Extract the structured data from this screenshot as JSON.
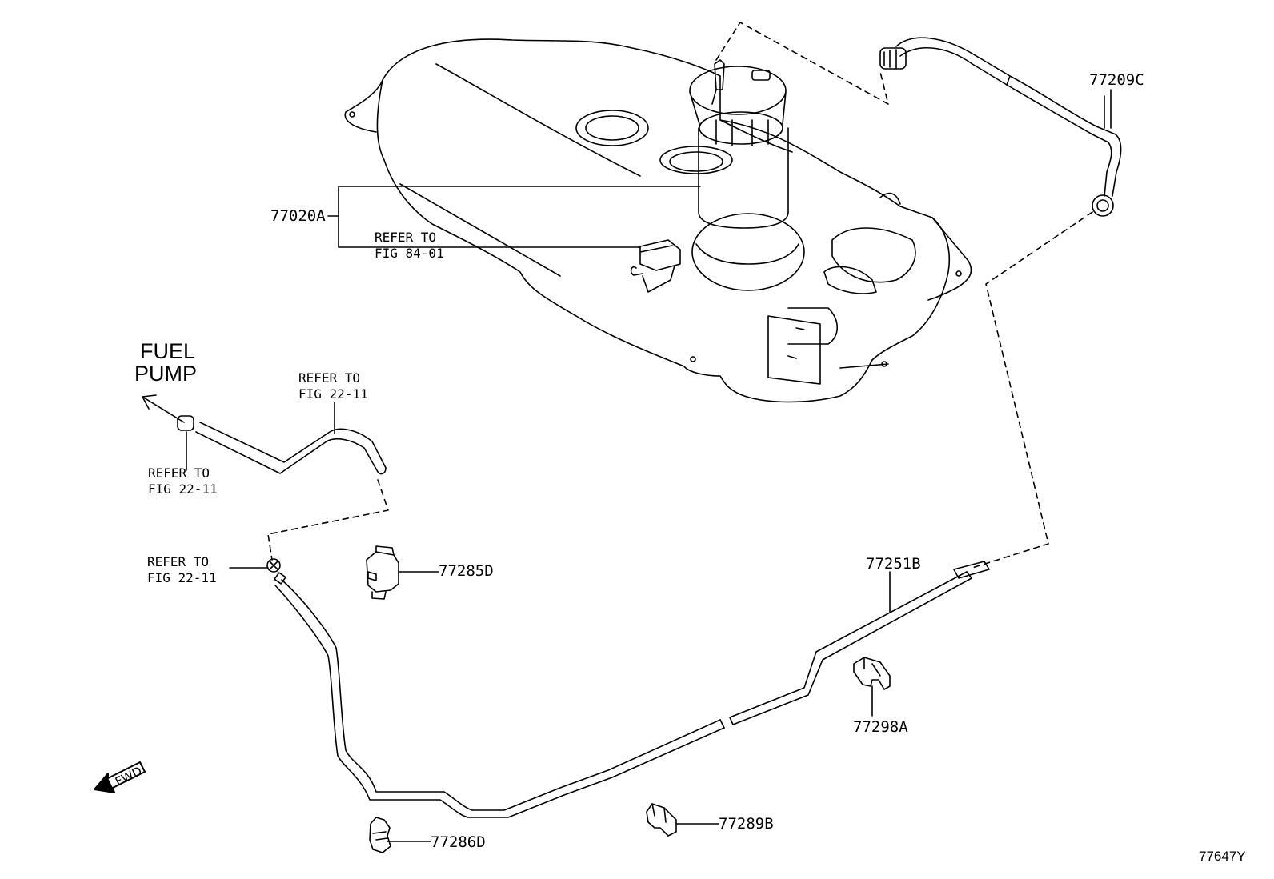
{
  "parts": {
    "p77020A": "77020A",
    "p77209C": "77209C",
    "p77285D": "77285D",
    "p77251B": "77251B",
    "p77298A": "77298A",
    "p77286D": "77286D",
    "p77289B": "77289B"
  },
  "refs": {
    "ref_84_01": {
      "line1": "REFER TO",
      "line2": "FIG 84-01"
    },
    "ref_22_11_top": {
      "line1": "REFER TO",
      "line2": "FIG 22-11"
    },
    "ref_22_11_left": {
      "line1": "REFER TO",
      "line2": "FIG 22-11"
    },
    "ref_22_11_lower": {
      "line1": "REFER TO",
      "line2": "FIG 22-11"
    }
  },
  "fuel_pump": {
    "line1": "FUEL",
    "line2": "PUMP"
  },
  "fwd_label": "FWD",
  "figure_id": "77647Y"
}
